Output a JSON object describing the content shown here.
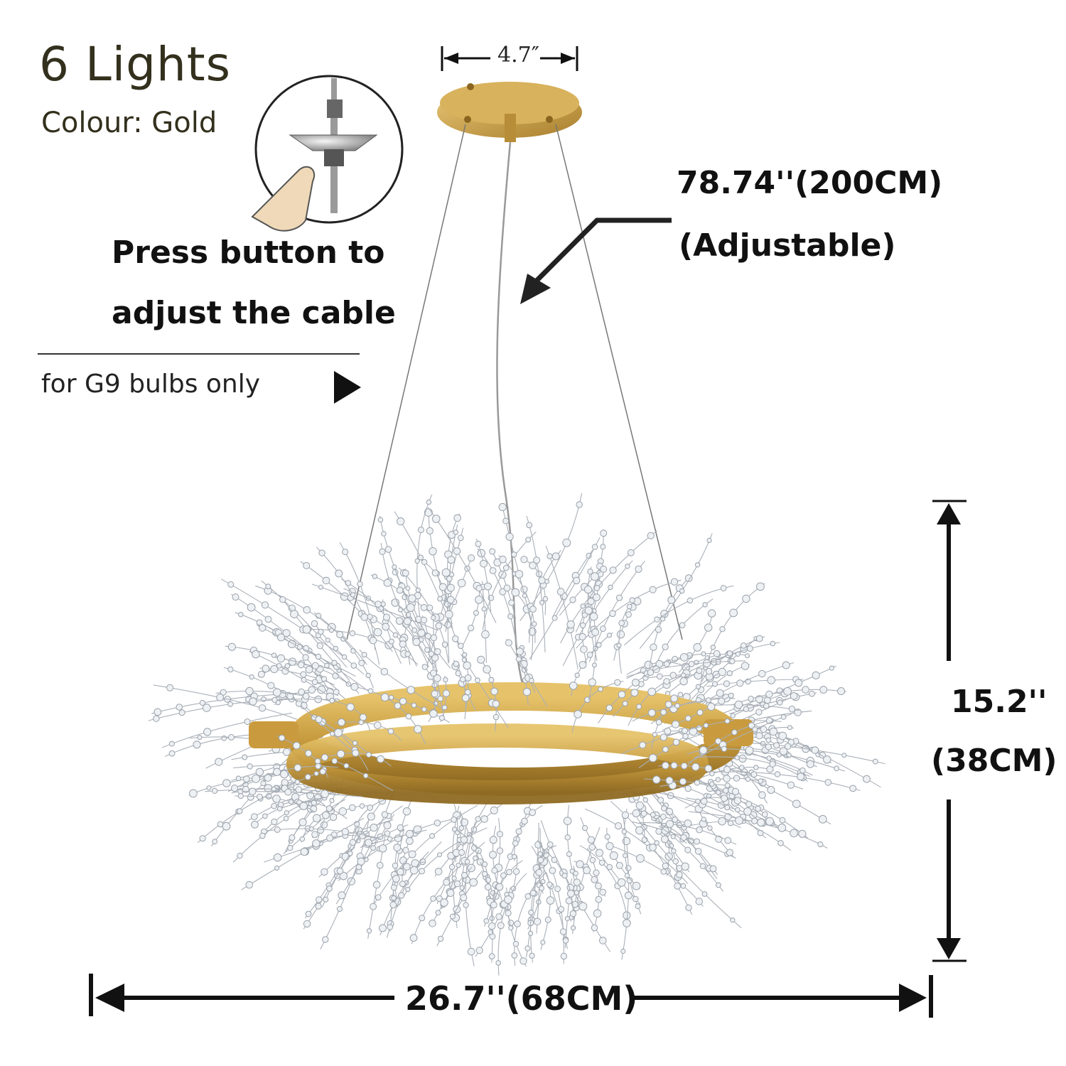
{
  "product": {
    "lights_title": "6 Lights",
    "colour_label": "Colour: Gold",
    "press_line1": "Press button to",
    "press_line2": "adjust the cable",
    "bulb_note": "for G9 bulbs only"
  },
  "dimensions": {
    "canopy_width": "4.7″",
    "cable_length": "78.74''(200CM)",
    "cable_note": "(Adjustable)",
    "height_in": "15.2''",
    "height_cm": "(38CM)",
    "width": "26.7''(68CM)"
  },
  "colors": {
    "gold": "#c9a24a",
    "gold_dark": "#a47f2e",
    "crystal": "#b8bec6",
    "arrow": "#111111"
  },
  "icons": [
    "cable-adjuster-inset-icon",
    "play-triangle-icon",
    "chandelier-product-image"
  ]
}
